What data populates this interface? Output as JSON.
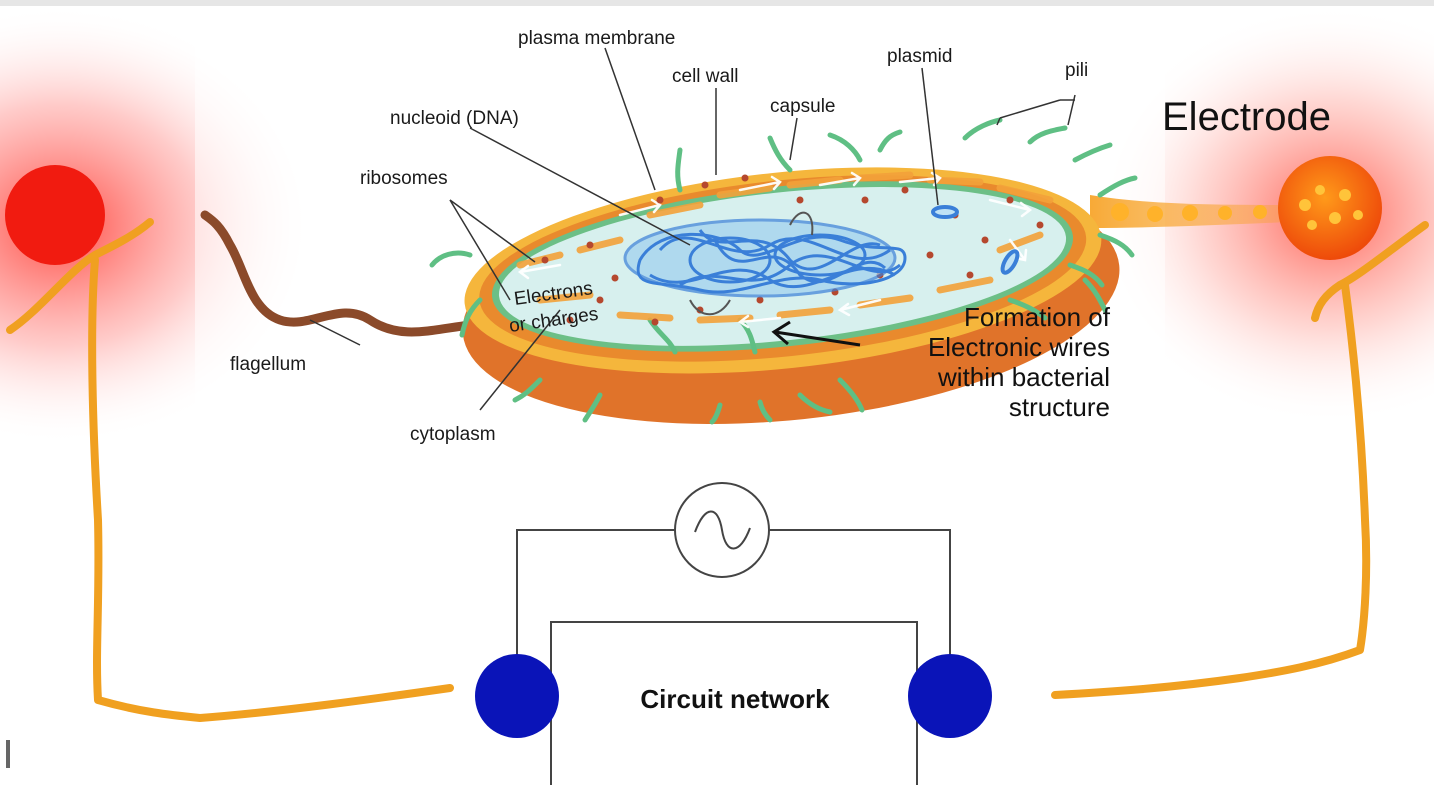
{
  "labels": {
    "plasma_membrane": "plasma membrane",
    "cell_wall": "cell wall",
    "plasmid": "plasmid",
    "pili": "pili",
    "nucleoid": "nucleoid (DNA)",
    "capsule": "capsule",
    "ribosomes": "ribosomes",
    "electrons_line1": "Electrons",
    "electrons_line2": "or charges",
    "flagellum": "flagellum",
    "cytoplasm": "cytoplasm",
    "formation_line1": "Formation of",
    "formation_line2": "Electronic wires",
    "formation_line3": "within bacterial",
    "formation_line4": "structure",
    "electrode": "Electrode",
    "circuit_network": "Circuit network"
  },
  "icons": {
    "ac_source": "ac-source-icon"
  },
  "colors": {
    "electrode_red": "#f11b10",
    "electrode_orange": "#ff6a10",
    "wire_orange": "#f0a020",
    "cell_body": "#e0732a",
    "cell_wall": "#f5b63c",
    "membrane": "#6cbf86",
    "cytoplasm": "#d7f0ee",
    "dna": "#3a7fd8",
    "ribosome": "#b5482e",
    "pili": "#5fbf84",
    "terminal_blue": "#0a14b8",
    "flagellum": "#8b4a2a"
  }
}
